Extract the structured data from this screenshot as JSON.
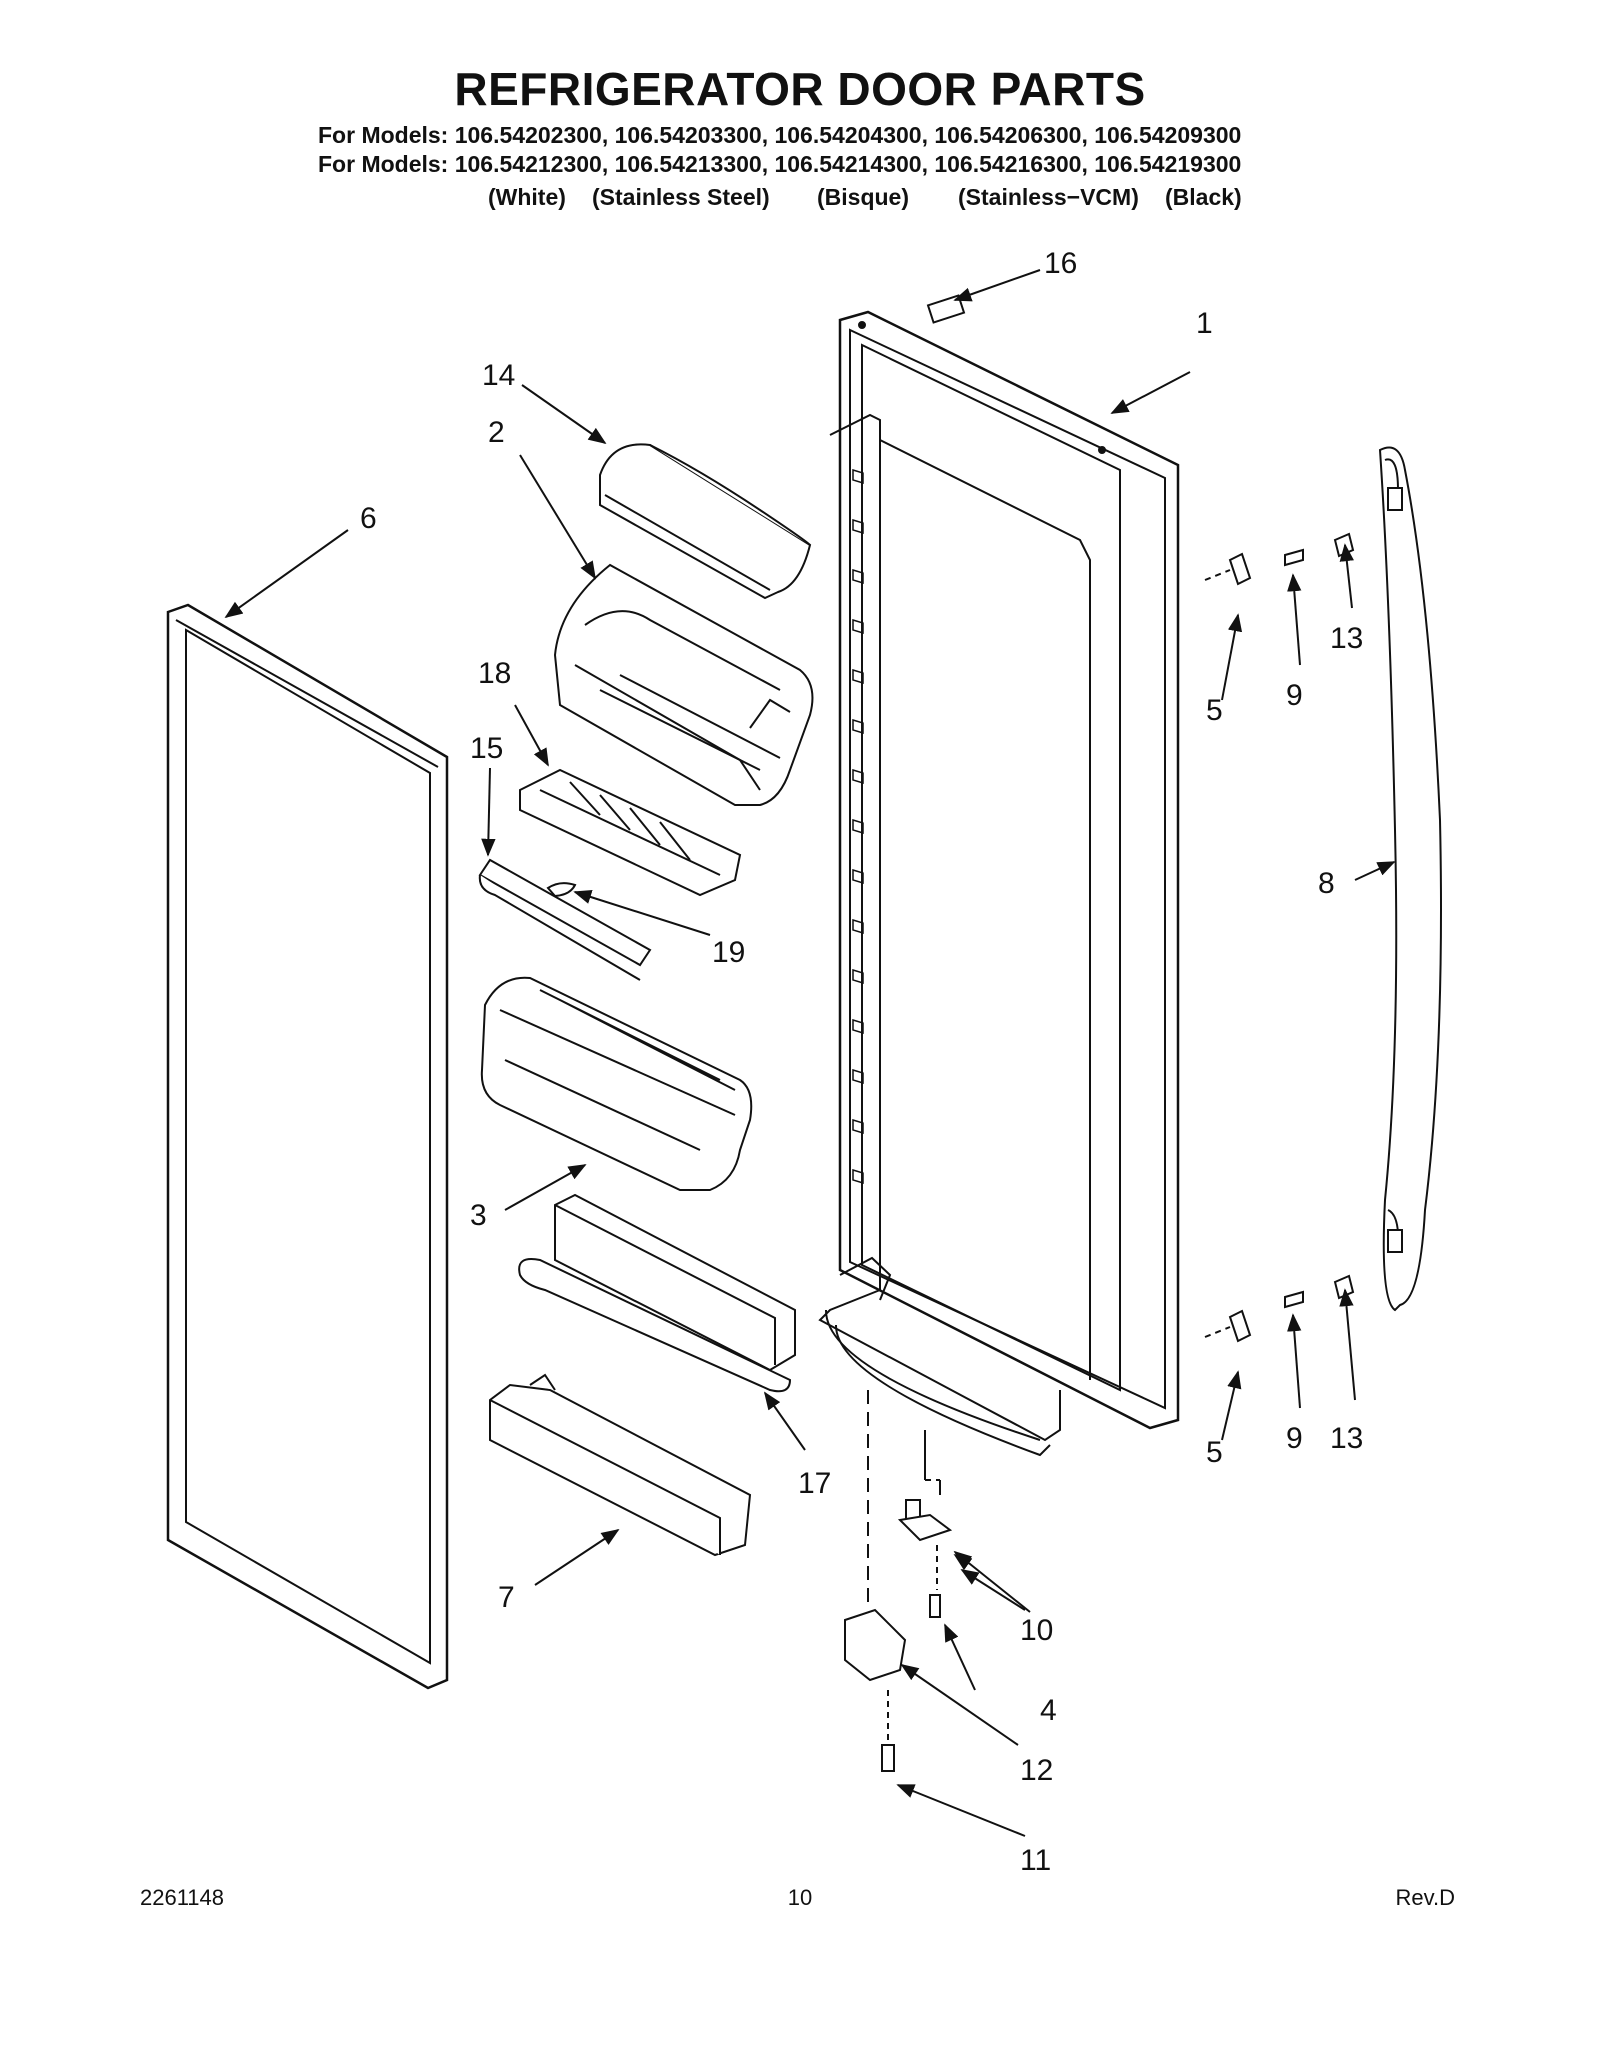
{
  "title": "REFRIGERATOR DOOR PARTS",
  "models_line_1": "For Models: 106.54202300, 106.54203300, 106.54204300, 106.54206300, 106.54209300",
  "models_line_2": "For Models: 106.54212300, 106.54213300, 106.54214300, 106.54216300, 106.54219300",
  "finishes": [
    "(White)",
    "(Stainless Steel)",
    "(Bisque)",
    "(Stainless−VCM)",
    "(Black)"
  ],
  "callouts": {
    "c1": "1",
    "c2": "2",
    "c3": "3",
    "c4": "4",
    "c5a": "5",
    "c5b": "5",
    "c6": "6",
    "c7": "7",
    "c8": "8",
    "c9a": "9",
    "c9b": "9",
    "c10": "10",
    "c11": "11",
    "c12": "12",
    "c13a": "13",
    "c13b": "13",
    "c14": "14",
    "c15": "15",
    "c16": "16",
    "c17": "17",
    "c18": "18",
    "c19": "19"
  },
  "footer": {
    "doc_number": "2261148",
    "page_number": "10",
    "revision": "Rev.D"
  }
}
